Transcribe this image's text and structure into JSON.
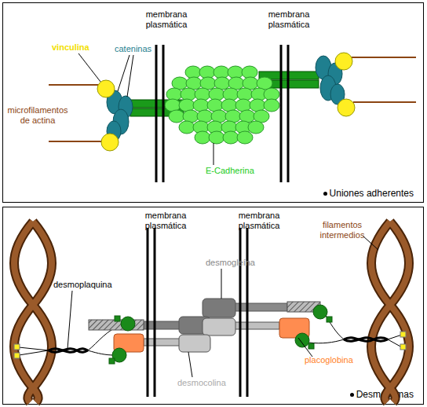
{
  "diagram": {
    "nodes": [
      {
        "text": [
          "Uniones adherentes"
        ]
      },
      {
        "text": [
          "Desmosomas"
        ]
      }
    ],
    "labels": [
      "membrana plasmática",
      "membrana plasmática",
      "vinculina",
      "cateninas",
      "microfilamentos de actina",
      "E-Cadherina",
      "membrana plasmática",
      "membrana plasmática",
      "desmogleína",
      "filamentos intermedios",
      "desmoplaquina",
      "desmocolina",
      "placoglobina"
    ]
  }
}
